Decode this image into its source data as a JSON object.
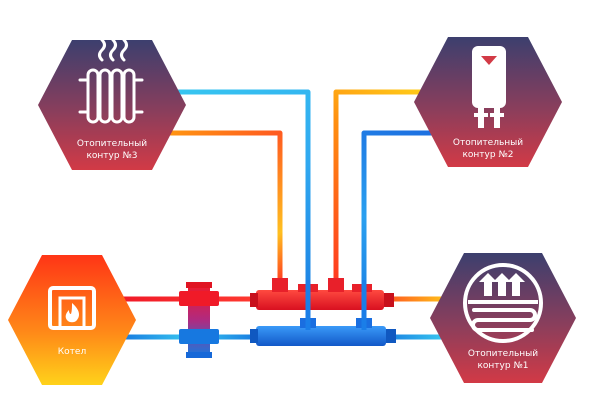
{
  "nodes": {
    "circuit3": {
      "line1": "Отопительный",
      "line2": "контур  №3",
      "icon": "radiator-icon"
    },
    "circuit2": {
      "line1": "Отопительный",
      "line2": "контур  №2",
      "icon": "water-heater-icon"
    },
    "circuit1": {
      "line1": "Отопительный",
      "line2": "контур  №1",
      "icon": "underfloor-heating-icon"
    },
    "boiler": {
      "label": "Котел",
      "icon": "boiler-flame-icon"
    }
  },
  "colors": {
    "hot": "#f01a28",
    "hot_light": "#ff6a5a",
    "cold": "#1778e0",
    "cold_light": "#38c8f0",
    "orange": "#ff9a10",
    "yellow": "#ffd21a",
    "node_dark": "#3c3f6e",
    "node_red": "#d23a46",
    "boiler_top": "#ff3a16",
    "boiler_bottom": "#ffd01a"
  }
}
